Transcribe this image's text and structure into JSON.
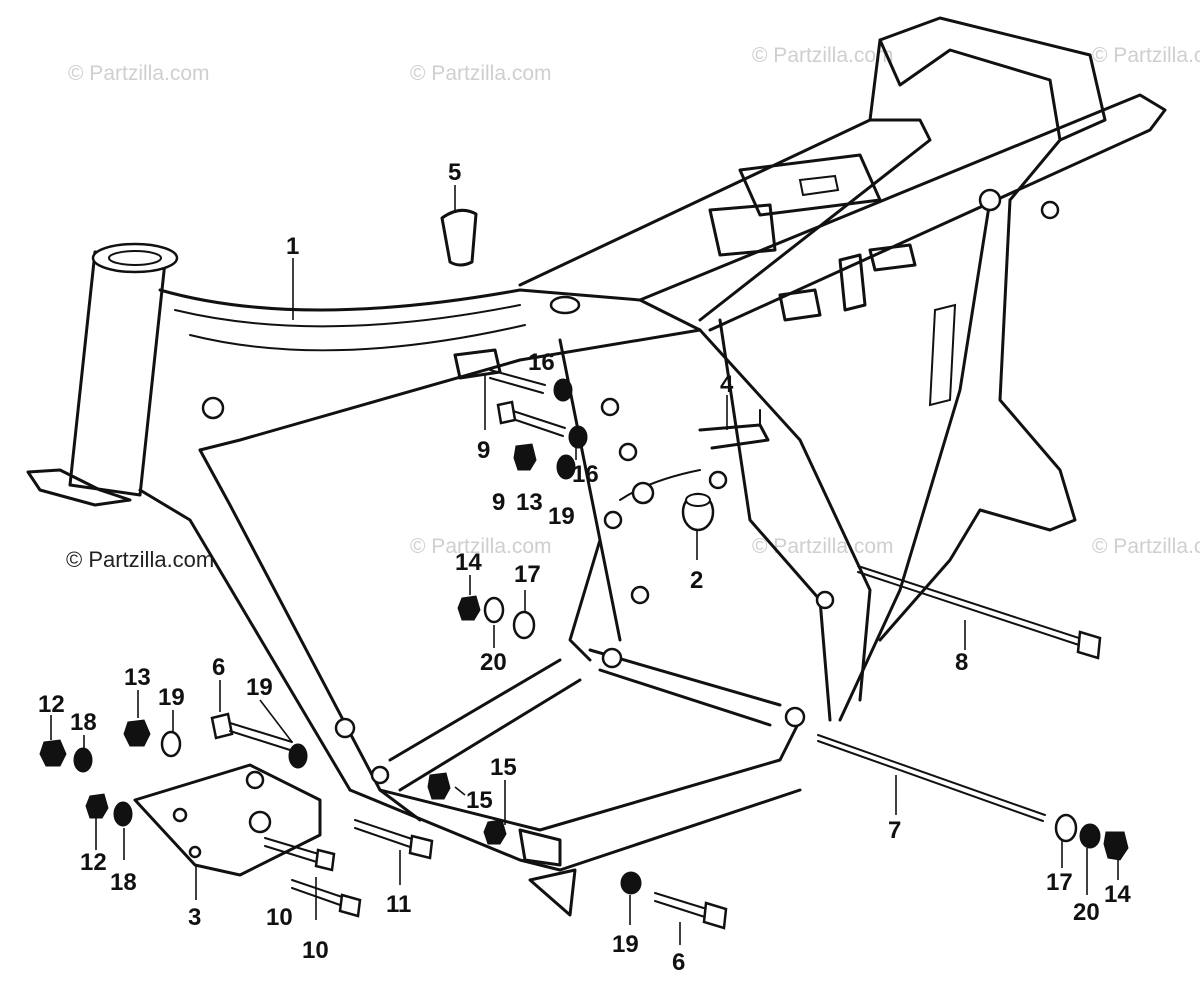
{
  "watermarks": [
    "© Partzilla.com",
    "© Partzilla.com",
    "© Partzilla.com",
    "© Partzilla.com",
    "© Partzilla.com",
    "© Partzilla.com",
    "© Partzilla.com",
    "© Partzilla.com"
  ],
  "callouts": {
    "c1": "1",
    "c2": "2",
    "c3": "3",
    "c4": "4",
    "c5": "5",
    "c6a": "6",
    "c6b": "6",
    "c7": "7",
    "c8": "8",
    "c9a": "9",
    "c9b": "9",
    "c10a": "10",
    "c10b": "10",
    "c11": "11",
    "c12a": "12",
    "c12b": "12",
    "c13a": "13",
    "c13b": "13",
    "c14a": "14",
    "c14b": "14",
    "c15a": "15",
    "c15b": "15",
    "c16a": "16",
    "c16b": "16",
    "c17a": "17",
    "c17b": "17",
    "c18a": "18",
    "c18b": "18",
    "c19a": "19",
    "c19b": "19",
    "c19c": "19",
    "c19d": "19",
    "c20a": "20",
    "c20b": "20"
  }
}
